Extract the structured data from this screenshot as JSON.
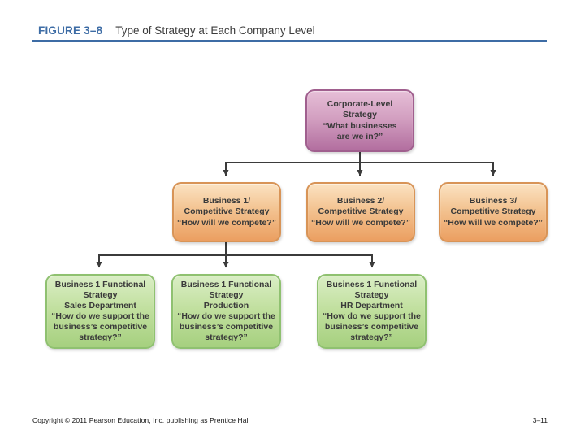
{
  "header": {
    "figure_label": "FIGURE 3–8",
    "title": "Type of Strategy at Each Company Level"
  },
  "diagram": {
    "corporate": {
      "lines": [
        "Corporate-Level",
        "Strategy",
        "“What businesses",
        "are we in?”"
      ]
    },
    "business1": {
      "lines": [
        "Business 1/",
        "Competitive Strategy",
        "“How will we compete?”"
      ]
    },
    "business2": {
      "lines": [
        "Business 2/",
        "Competitive Strategy",
        "“How will we compete?”"
      ]
    },
    "business3": {
      "lines": [
        "Business 3/",
        "Competitive Strategy",
        "“How will we compete?”"
      ]
    },
    "functional1": {
      "lines": [
        "Business 1 Functional",
        "Strategy",
        "Sales Department",
        "“How do we support the",
        "business’s competitive",
        "strategy?”"
      ]
    },
    "functional2": {
      "lines": [
        "Business 1 Functional",
        "Strategy",
        "Production",
        "“How do we support the",
        "business’s competitive",
        "strategy?”"
      ]
    },
    "functional3": {
      "lines": [
        "Business 1 Functional",
        "Strategy",
        "HR Department",
        "“How do we support the",
        "business’s competitive",
        "strategy?”"
      ]
    }
  },
  "colors": {
    "accent_blue": "#3d6ca5",
    "corporate_fill_top": "#e6bed7",
    "corporate_fill_bottom": "#b26e9f",
    "corporate_border": "#a05f8e",
    "business_fill_top": "#fbe3c2",
    "business_fill_bottom": "#eb9f61",
    "business_border": "#d89457",
    "functional_fill_top": "#daeec5",
    "functional_fill_bottom": "#a6d07f",
    "functional_border": "#8fc170",
    "connector": "#3b3b3b",
    "text": "#3a3a3a"
  },
  "footer": {
    "copyright": "Copyright © 2011 Pearson Education, Inc. publishing as Prentice Hall",
    "page_number": "3–11"
  }
}
